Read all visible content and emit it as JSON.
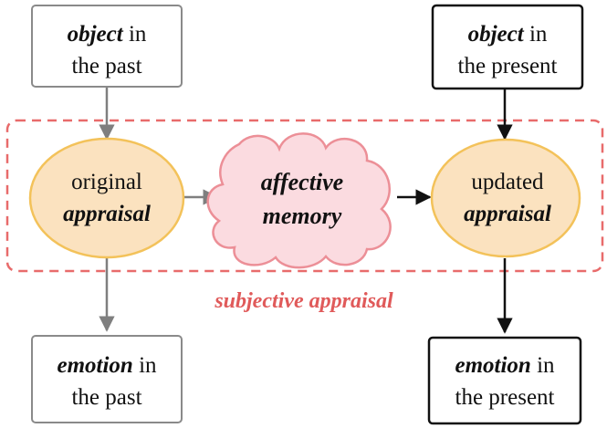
{
  "colors": {
    "region_border": "#e86b6b",
    "caption": "#e05a5a",
    "ellipse_fill": "#fbe2bf",
    "ellipse_stroke": "#f3c25a",
    "cloud_fill": "#fbdbe0",
    "cloud_stroke": "#ec8f97",
    "past_stroke": "#8a8a8a",
    "present_stroke": "#111111",
    "past_arrow": "#7f7f7f",
    "present_arrow": "#111111"
  },
  "boxes": {
    "object_past": {
      "bold": "object",
      "rest": " in",
      "line2": "the past"
    },
    "object_present": {
      "bold": "object",
      "rest": " in",
      "line2": "the present"
    },
    "emotion_past": {
      "bold": "emotion",
      "rest": " in",
      "line2": "the past"
    },
    "emotion_present": {
      "bold": "emotion",
      "rest": " in",
      "line2": "the present"
    }
  },
  "nodes": {
    "original": {
      "line1": "original",
      "line2": "appraisal"
    },
    "memory": {
      "line1": "affective",
      "line2": "memory"
    },
    "updated": {
      "line1": "updated",
      "line2": "appraisal"
    }
  },
  "region": {
    "label": "subjective appraisal"
  }
}
